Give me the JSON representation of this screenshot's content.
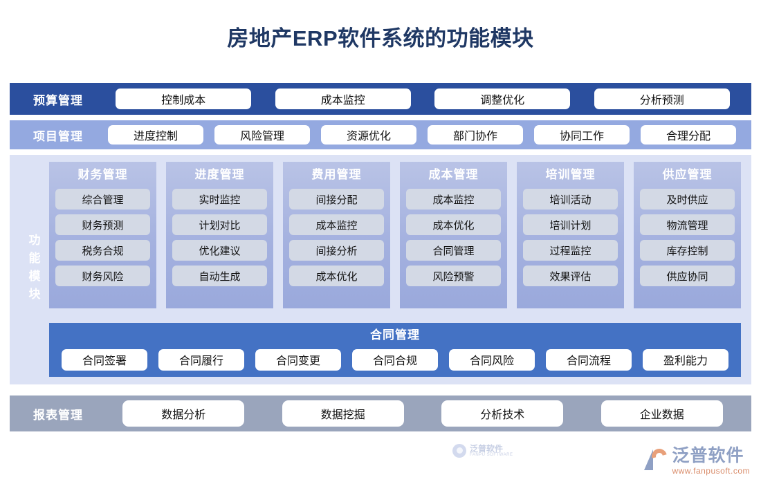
{
  "page": {
    "title": "房地产ERP软件系统的功能模块",
    "title_color": "#1F3864",
    "background": "#FFFFFF"
  },
  "budget_row": {
    "label": "预算管理",
    "bar_color": "#2B4F9E",
    "chips": [
      "控制成本",
      "成本监控",
      "调整优化",
      "分析预测"
    ]
  },
  "project_row": {
    "label": "项目管理",
    "bar_color": "#94A9E0",
    "chips": [
      "进度控制",
      "风险管理",
      "资源优化",
      "部门协作",
      "协同工作",
      "合理分配"
    ]
  },
  "function_modules": {
    "side_label": "功能模块",
    "panel_color": "#DCE2F5",
    "column_color": "#A4B1DF",
    "item_color": "#D3D9E5",
    "columns": [
      {
        "title": "财务管理",
        "items": [
          "综合管理",
          "财务预测",
          "税务合规",
          "财务风险"
        ]
      },
      {
        "title": "进度管理",
        "items": [
          "实时监控",
          "计划对比",
          "优化建议",
          "自动生成"
        ]
      },
      {
        "title": "费用管理",
        "items": [
          "间接分配",
          "成本监控",
          "间接分析",
          "成本优化"
        ]
      },
      {
        "title": "成本管理",
        "items": [
          "成本监控",
          "成本优化",
          "合同管理",
          "风险预警"
        ]
      },
      {
        "title": "培训管理",
        "items": [
          "培训活动",
          "培训计划",
          "过程监控",
          "效果评估"
        ]
      },
      {
        "title": "供应管理",
        "items": [
          "及时供应",
          "物流管理",
          "库存控制",
          "供应协同"
        ]
      }
    ],
    "contract": {
      "title": "合同管理",
      "bar_color": "#4472C4",
      "chips": [
        "合同签署",
        "合同履行",
        "合同变更",
        "合同合规",
        "合同风险",
        "合同流程",
        "盈利能力"
      ]
    },
    "watermark": {
      "cn": "泛普软件",
      "en": "FANPU SOFTWARE"
    }
  },
  "report_row": {
    "label": "报表管理",
    "bar_color": "#9AA5BC",
    "chips": [
      "数据分析",
      "数据挖掘",
      "分析技术",
      "企业数据"
    ]
  },
  "brand": {
    "name": "泛普软件",
    "url": "www.fanpusoft.com"
  }
}
